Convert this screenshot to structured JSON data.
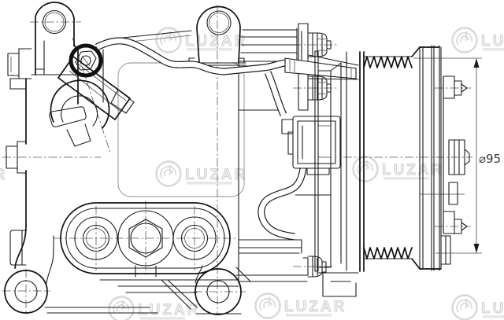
{
  "page": {
    "background": "#ffffff"
  },
  "drawing": {
    "title": "AC compressor with clutch pulley — technical side view",
    "dimension_label": "⌀95",
    "line_color": "#1b1b1b",
    "centerline_color": "#5a5a5a"
  },
  "watermark": {
    "text": "LUZAR",
    "color": "#d7d7d7"
  }
}
